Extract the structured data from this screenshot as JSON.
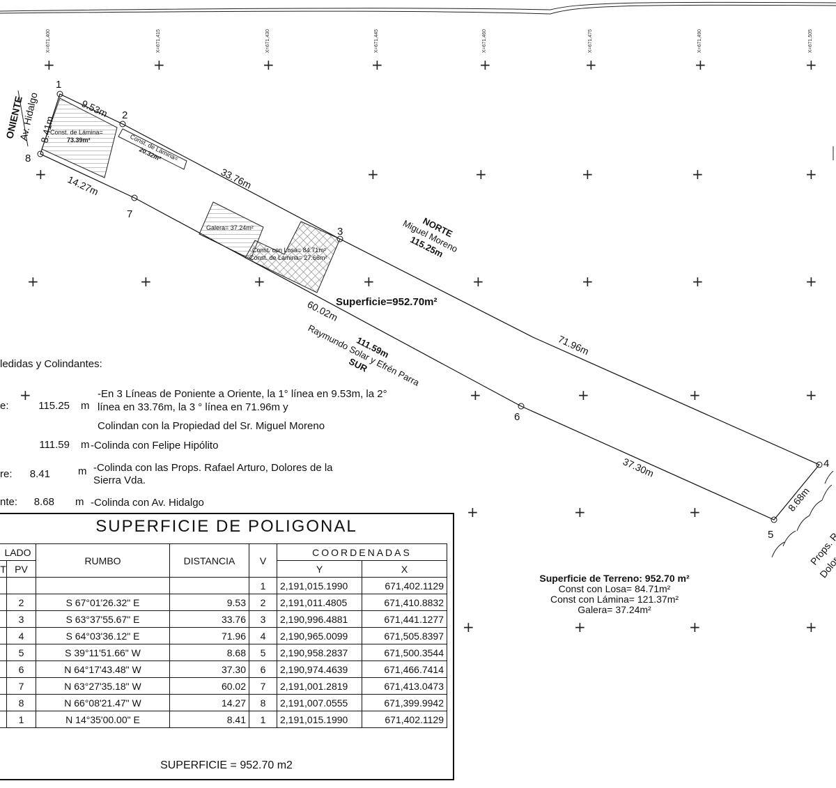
{
  "colors": {
    "ink": "#111111",
    "hatch": "#777777"
  },
  "grid_coords": [
    "X=671,400",
    "X=671,415",
    "X=671,430",
    "X=671,445",
    "X=671,460",
    "X=671,475",
    "X=671,490",
    "X=671,505"
  ],
  "plan": {
    "vertices": [
      "1",
      "2",
      "3",
      "4",
      "5",
      "6",
      "7",
      "8"
    ],
    "north_label": "NORTE",
    "north_name": "Miguel Moreno",
    "north_total": "115.25m",
    "south_total": "111.59m",
    "south_name": "Raymundo Solar y Efrén Parra",
    "south_label": "SUR",
    "west_label": "ONIENTE",
    "west_name": "Av. Hidalgo",
    "east_name_1": "Props. Raf",
    "east_name_2": "Dolores",
    "surface_label": "Superficie=952.70m²",
    "edges": {
      "e12": "9.53m",
      "e23": "33.76m",
      "e34": "71.96m",
      "e45": "8.68m",
      "e56": "37.30m",
      "e67": "60.02m",
      "e78": "14.27m",
      "e81": "8.41m"
    },
    "buildings": {
      "b1_line1": "Const. de Lámina=",
      "b1_line2": "73.39m²",
      "b2_line1": "Const. de Lámina=",
      "b2_line2": "20.32m²",
      "galera": "Galera= 37.24m²",
      "losa": "Const. con Losa= 84.71m²",
      "lamina3": "Const. de Lámina= 27.66m²"
    }
  },
  "measures": {
    "heading": "ledidas y Colindantes:",
    "rows": [
      {
        "label": "e:",
        "value": "115.25",
        "unit": "m",
        "desc_1": "-En 3 Líneas de Poniente a Oriente, la 1° línea en 9.53m, la 2° línea en 33.76m, la 3 ° línea en 71.96m y",
        "desc_2": "Colindan con la Propiedad del Sr. Miguel Moreno"
      },
      {
        "label": "",
        "value": "111.59",
        "unit": "m",
        "desc_1": "-Colinda con Felipe Hipólito",
        "desc_2": ""
      },
      {
        "label": "re:",
        "value": "8.41",
        "unit": "m",
        "desc_1": "-Colinda con las Props. Rafael Arturo, Dolores de la",
        "desc_2": "Sierra Vda."
      },
      {
        "label": "nte:",
        "value": "8.68",
        "unit": "m",
        "desc_1": "-Colinda con Av. Hidalgo",
        "desc_2": ""
      }
    ]
  },
  "survey": {
    "title": "SUPERFICIE DE POLIGONAL",
    "headers": {
      "lado": "LADO",
      "est": "T",
      "pv": "PV",
      "rumbo": "RUMBO",
      "distancia": "DISTANCIA",
      "v": "V",
      "coordenadas": "COORDENADAS",
      "y": "Y",
      "x": "X"
    },
    "rows": [
      {
        "est": "",
        "pv": "",
        "rumbo": "",
        "dist": "",
        "v": "1",
        "y": "2,191,015.1990",
        "x": "671,402.1129"
      },
      {
        "est": "",
        "pv": "2",
        "rumbo": "S 67°01'26.32\" E",
        "dist": "9.53",
        "v": "2",
        "y": "2,191,011.4805",
        "x": "671,410.8832"
      },
      {
        "est": "",
        "pv": "3",
        "rumbo": "S 63°37'55.67\" E",
        "dist": "33.76",
        "v": "3",
        "y": "2,190,996.4881",
        "x": "671,441.1277"
      },
      {
        "est": "",
        "pv": "4",
        "rumbo": "S 64°03'36.12\" E",
        "dist": "71.96",
        "v": "4",
        "y": "2,190,965.0099",
        "x": "671,505.8397"
      },
      {
        "est": "",
        "pv": "5",
        "rumbo": "S 39°11'51.66\" W",
        "dist": "8.68",
        "v": "5",
        "y": "2,190,958.2837",
        "x": "671,500.3544"
      },
      {
        "est": "",
        "pv": "6",
        "rumbo": "N 64°17'43.48\" W",
        "dist": "37.30",
        "v": "6",
        "y": "2,190,974.4639",
        "x": "671,466.7414"
      },
      {
        "est": "",
        "pv": "7",
        "rumbo": "N 63°27'35.18\" W",
        "dist": "60.02",
        "v": "7",
        "y": "2,191,001.2819",
        "x": "671,413.0473"
      },
      {
        "est": "",
        "pv": "8",
        "rumbo": "N 66°08'21.47\" W",
        "dist": "14.27",
        "v": "8",
        "y": "2,191,007.0555",
        "x": "671,399.9942"
      },
      {
        "est": "",
        "pv": "1",
        "rumbo": "N 14°35'00.00\" E",
        "dist": "8.41",
        "v": "1",
        "y": "2,191,015.1990",
        "x": "671,402.1129"
      }
    ],
    "total": "SUPERFICIE = 952.70 m2"
  },
  "summary": {
    "line_1": "Superficie de Terreno: 952.70 m²",
    "line_2": "Const con Losa= 84.71m²",
    "line_3": "Const con Lámina= 121.37m²",
    "line_4": "Galera= 37.24m²"
  }
}
